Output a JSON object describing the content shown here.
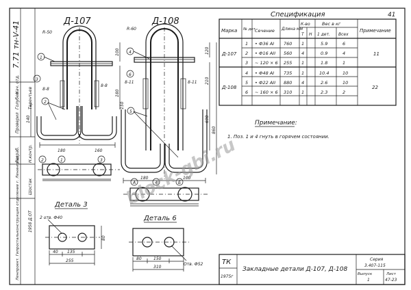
{
  "sheet_number": "41",
  "left_strip": {
    "series": "7.71 тн-V-41",
    "role_1": "Проверил",
    "name_1": "Голубев",
    "role_2": "Нач. отд.",
    "name_2": "Терентьев",
    "role_3": "Разраб.",
    "role_4": "Н.контр.",
    "name_4": "Шостак",
    "org": "Ленпроект. Гипростальконструкция отделение г. Ленинград",
    "date": "1958 Д.ОТ"
  },
  "view_titles": {
    "d107": "Д-107",
    "d108": "Д-108"
  },
  "d107_dims": {
    "r50": "R-50",
    "h100": "100",
    "h180": "180",
    "s8a": "8-8",
    "s8b": "8-8",
    "w180": "180",
    "w160": "160",
    "h140": "140",
    "h150": "150"
  },
  "d108_dims": {
    "r60": "R-60",
    "h120": "120",
    "h210": "210",
    "s11a": "8-11",
    "s11b": "8-11",
    "h690": "690",
    "h860": "860",
    "w180": "180",
    "w100": "100"
  },
  "positions": {
    "p1": "1",
    "p2": "2",
    "p3": "3",
    "p4": "4",
    "p5": "5",
    "p6": "6",
    "pA": "А",
    "pB": "Б"
  },
  "spec": {
    "title": "Спецификация",
    "headers": [
      "Марка",
      "№ дет.",
      "Сечение",
      "Длина мм",
      "К-во",
      "Вес в кг",
      "Примечание"
    ],
    "sub_headers": [
      "Т",
      "Н",
      "1 дет.",
      "Всех"
    ],
    "groups": [
      {
        "mark": "Д-107",
        "note": "11",
        "rows": [
          {
            "n": "1",
            "section": "• Ф36 АI",
            "length": "760",
            "qty": "1",
            "w1": "5.9",
            "wall": "6"
          },
          {
            "n": "2",
            "section": "• Ф16 АII",
            "length": "560",
            "qty": "4",
            "w1": "0.9",
            "wall": "4"
          },
          {
            "n": "3",
            "section": "~ 120 × 6",
            "length": "255",
            "qty": "1",
            "w1": "1.8",
            "wall": "1"
          }
        ]
      },
      {
        "mark": "Д-108",
        "note": "22",
        "rows": [
          {
            "n": "4",
            "section": "• Ф48 АI",
            "length": "735",
            "qty": "1",
            "w1": "10.4",
            "wall": "10"
          },
          {
            "n": "5",
            "section": "• Ф22 АII",
            "length": "880",
            "qty": "4",
            "w1": "2.6",
            "wall": "10"
          },
          {
            "n": "6",
            "section": "~ 160 × 6",
            "length": "310",
            "qty": "1",
            "w1": "2.3",
            "wall": "2"
          }
        ]
      }
    ]
  },
  "note": {
    "title": "Примечание:",
    "text": "1. Поз. 1 и 4 гнуть в горячем состоянии."
  },
  "detail3": {
    "title": "Деталь 3",
    "hole": "2 отв. Ф40",
    "d40": "40",
    "d135": "135",
    "d80": "80",
    "d255": "255"
  },
  "detail6": {
    "title": "Деталь 6",
    "hole": "Отв. Ф52",
    "d80": "80",
    "d150": "150",
    "d310": "310"
  },
  "title_block": {
    "stamp": "ТК",
    "year": "1975г",
    "name": "Закладные детали Д-107, Д-108",
    "series": "Серия",
    "series_no": "3.407-115",
    "issue": "Выпуск",
    "issue_no": "1",
    "sheet": "Лист",
    "sheet_no": "47-23"
  },
  "watermark": "block-gbi.ru"
}
